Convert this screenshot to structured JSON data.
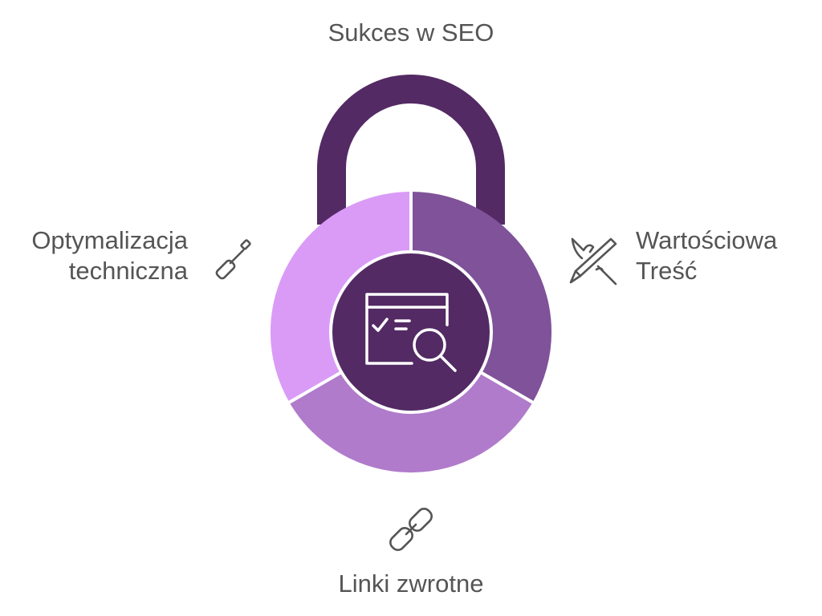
{
  "diagram": {
    "title": "Sukces w SEO",
    "center_icon": "seo-search-window-icon",
    "segments": [
      {
        "id": "technical",
        "lines": [
          "Optymalizacja",
          "techniczna"
        ],
        "icon": "screwdriver-icon",
        "color": "#DA9BF7"
      },
      {
        "id": "content",
        "lines": [
          "Wartościowa",
          "Treść"
        ],
        "icon": "quill-pen-icon",
        "color": "#7F5299"
      },
      {
        "id": "backlinks",
        "lines": [
          "Linki zwrotne"
        ],
        "icon": "chain-link-icon",
        "color": "#B07BCB"
      }
    ],
    "shackle_color": "#532A64",
    "center_color": "#532A64",
    "text_color": "#555555",
    "icon_color": "#555555"
  }
}
